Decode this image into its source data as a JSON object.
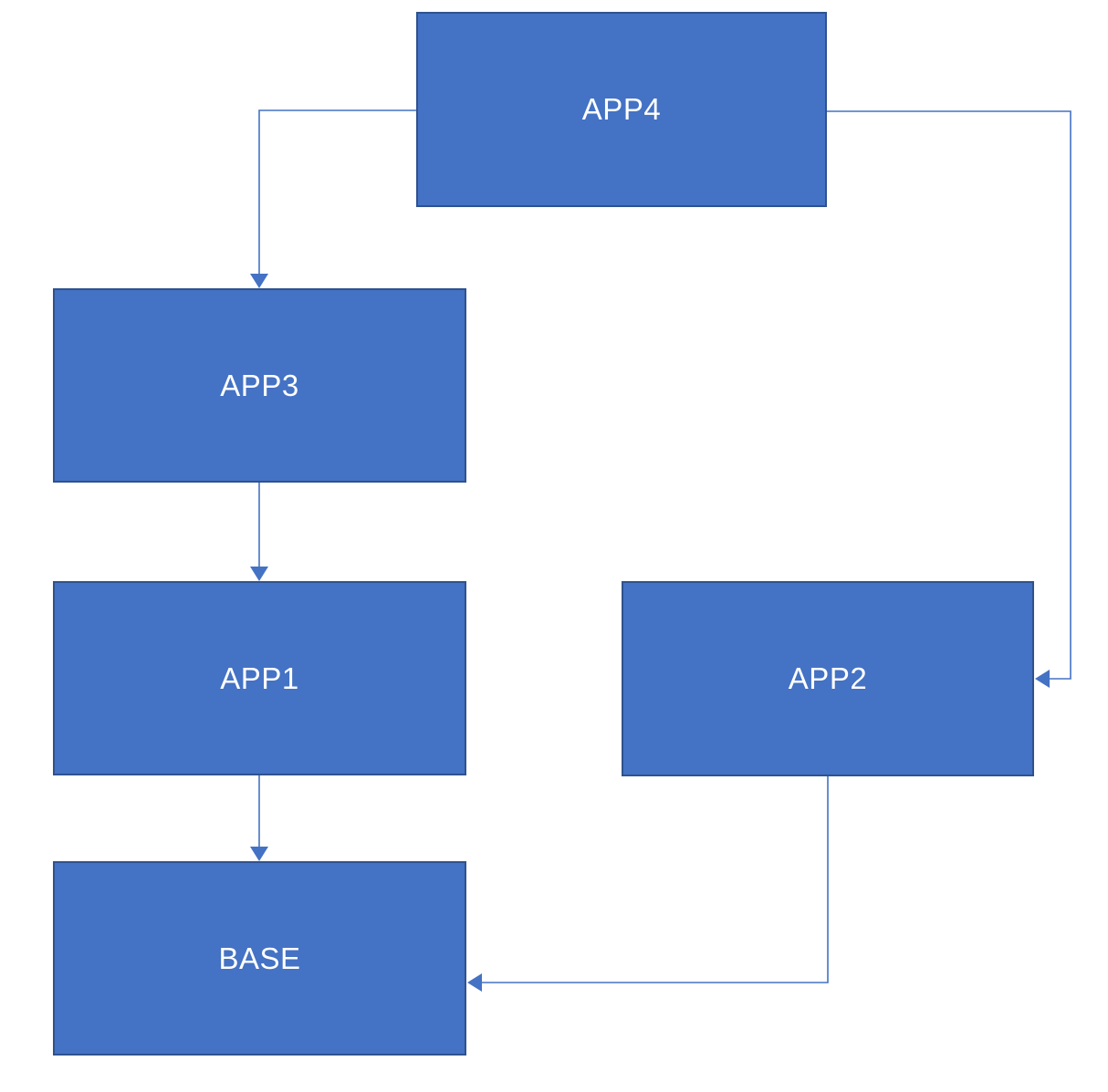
{
  "diagram": {
    "type": "dependency-flowchart",
    "nodes": {
      "app4": {
        "label": "APP4"
      },
      "app3": {
        "label": "APP3"
      },
      "app1": {
        "label": "APP1"
      },
      "app2": {
        "label": "APP2"
      },
      "base": {
        "label": "BASE"
      }
    },
    "edges": [
      {
        "from": "APP4",
        "to": "APP3"
      },
      {
        "from": "APP4",
        "to": "APP2"
      },
      {
        "from": "APP3",
        "to": "APP1"
      },
      {
        "from": "APP1",
        "to": "BASE"
      },
      {
        "from": "APP2",
        "to": "BASE"
      }
    ],
    "colors": {
      "node_fill": "#4472C4",
      "node_border": "#2F528F",
      "connector": "#4472C4",
      "label_text": "#FFFFFF",
      "background": "#FFFFFF"
    }
  }
}
